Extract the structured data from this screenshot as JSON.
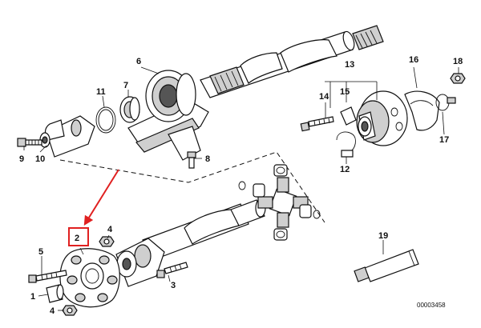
{
  "diagram": {
    "labels": {
      "p1": "1",
      "p2": "2",
      "p3": "3",
      "p4a": "4",
      "p4b": "4",
      "p5": "5",
      "p6": "6",
      "p7": "7",
      "p8": "8",
      "p9": "9",
      "p10": "10",
      "p11": "11",
      "p12": "12",
      "p13": "13",
      "p14": "14",
      "p15": "15",
      "p16": "16",
      "p17": "17",
      "p18": "18",
      "p19": "19"
    },
    "reference_number": "00003458",
    "colors": {
      "callout": "#e02020",
      "line": "#111111"
    }
  }
}
